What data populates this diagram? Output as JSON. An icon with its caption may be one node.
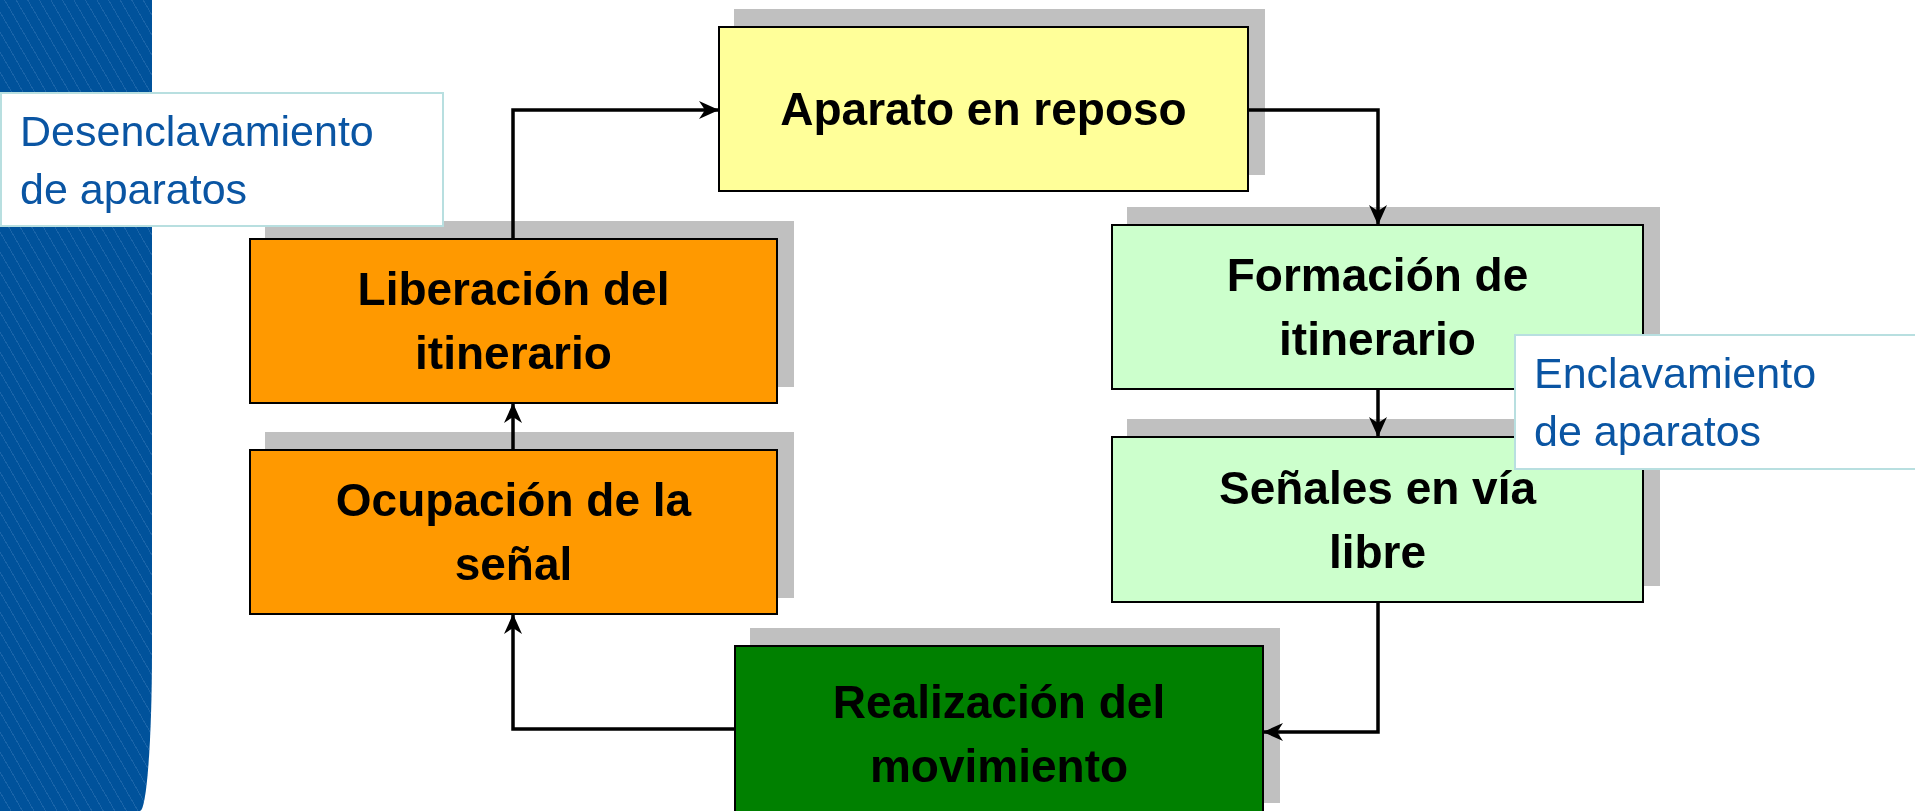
{
  "diagram": {
    "nodes": [
      {
        "text": [
          "Desenclavamiento de aparatos"
        ]
      },
      {
        "text": [
          "Aparato en reposo"
        ]
      },
      {
        "text": [
          "Liberación del itinerario"
        ]
      },
      {
        "text": [
          "Formación de itinerario"
        ]
      },
      {
        "text": [
          "Enclavamiento de aparatos"
        ]
      },
      {
        "text": [
          "Señales en vía libre"
        ]
      },
      {
        "text": [
          "Ocupación de la señal"
        ]
      },
      {
        "text": [
          "Realización del movimiento"
        ]
      }
    ],
    "edges": [
      {
        "from": 2,
        "to": 1,
        "arrow": "to"
      },
      {
        "from": 1,
        "to": 3,
        "arrow": "to"
      },
      {
        "from": 3,
        "to": 5,
        "arrow": "to"
      },
      {
        "from": 5,
        "to": 7,
        "arrow": "to"
      },
      {
        "from": 7,
        "to": 6,
        "arrow": "to"
      },
      {
        "from": 6,
        "to": 2,
        "arrow": "to"
      }
    ]
  }
}
